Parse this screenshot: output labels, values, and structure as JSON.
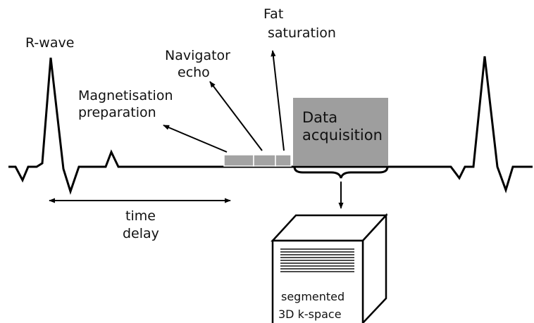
{
  "labels": {
    "r_wave": "R-wave",
    "magnetisation_line1": "Magnetisation",
    "magnetisation_line2": "preparation",
    "navigator_line1": "Navigator",
    "navigator_line2": "echo",
    "fat_line1": "Fat",
    "fat_line2": "saturation",
    "data_line1": "Data",
    "data_line2": "acquisition",
    "time_line1": "time",
    "time_line2": "delay",
    "kspace_line1": "segmented",
    "kspace_line2": "3D k-space"
  },
  "colors": {
    "trace": "#000000",
    "block_fill": "#a3a3a3",
    "block_stroke": "#ffffff",
    "acquisition_fill": "#9e9e9e",
    "kspace_lines": "#111111"
  }
}
